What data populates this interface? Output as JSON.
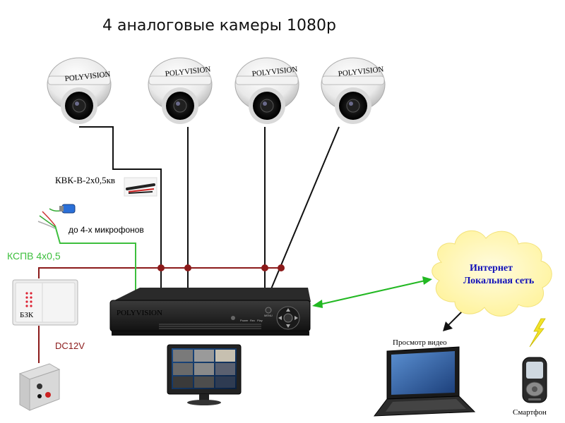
{
  "title": "4 аналоговые камеры 1080p",
  "camera_brand": "POLYVISION",
  "cable_label": "КВК-В-2х0,5кв",
  "microphones_label": "до 4-х микрофонов",
  "kspv_label": "КСПВ 4х0,5",
  "power_label": "DC12V",
  "psu_badge": "БЗК",
  "dvr_brand": "POLYVISION",
  "dvr_button_labels": [
    "Power",
    "Rec",
    "Play",
    "MENU"
  ],
  "cloud_lines": [
    "Интернет",
    "Локальная сеть"
  ],
  "view_video_label": "Просмотр видео",
  "smartphone_label": "Смартфон",
  "colors": {
    "coax_line": "#111111",
    "power_line": "#8b1a1a",
    "audio_line": "#3dbf3d",
    "network_arrow": "#22b822",
    "cloud_fill": "#fff7a8",
    "cloud_text": "#1010b8",
    "junction": "#8b1a1a"
  }
}
